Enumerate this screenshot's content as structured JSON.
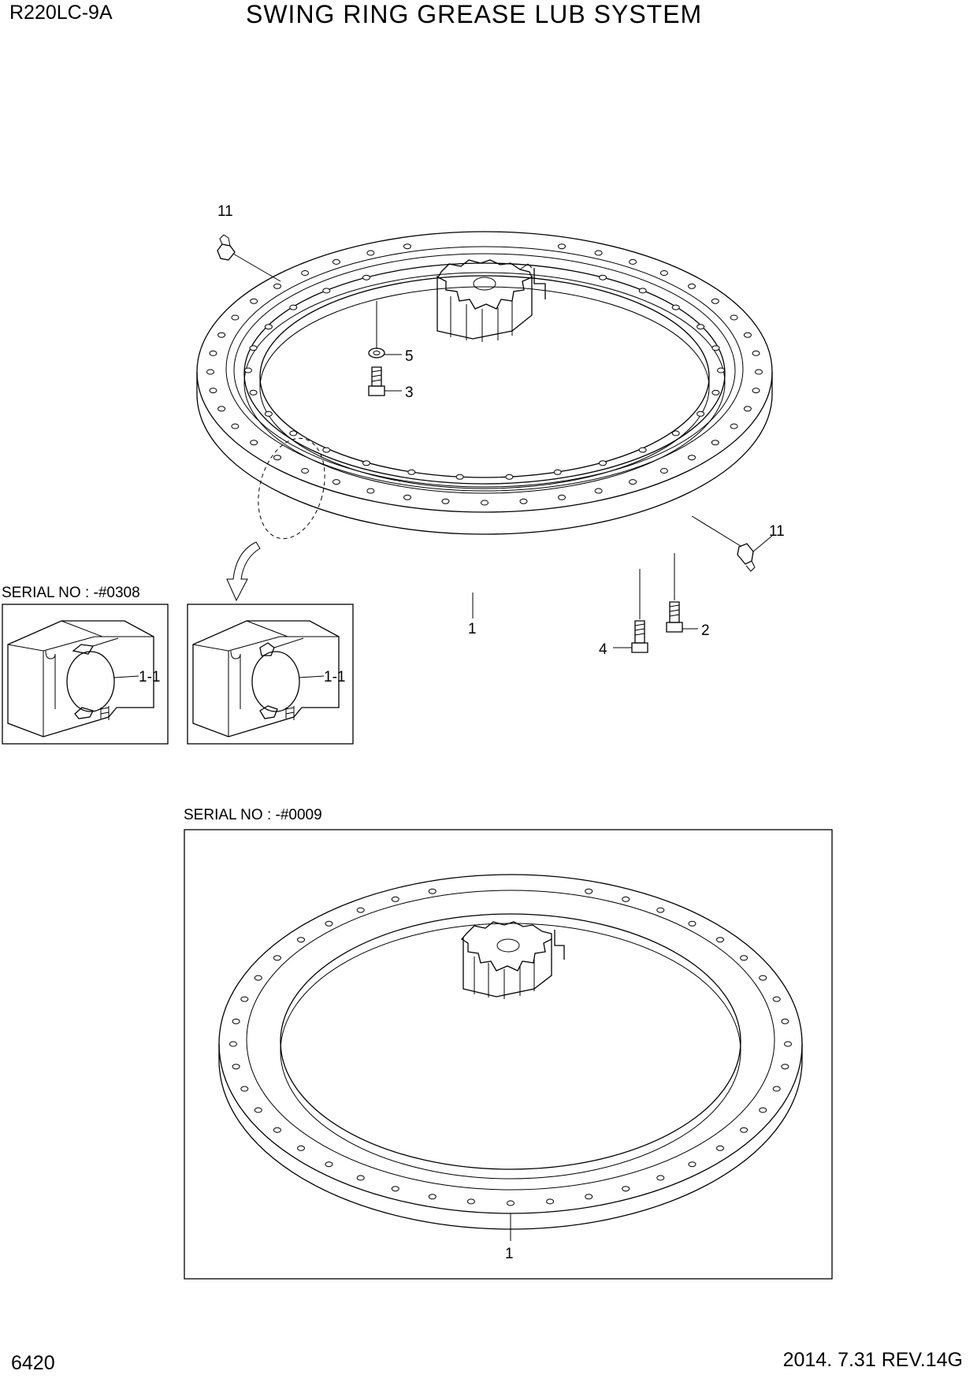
{
  "header": {
    "model": "R220LC-9A",
    "title": "SWING RING GREASE LUB SYSTEM"
  },
  "footer": {
    "page_number": "6420",
    "revision": "2014. 7.31  REV.14G"
  },
  "main_assembly": {
    "callouts": [
      "11",
      "5",
      "3",
      "11",
      "1",
      "2",
      "4"
    ]
  },
  "detail_views": {
    "serial_label": "SERIAL NO : -#0308",
    "callouts": [
      "1-1",
      "1-1"
    ]
  },
  "inset_view": {
    "serial_label": "SERIAL NO : -#0009",
    "callouts": [
      "1"
    ]
  }
}
